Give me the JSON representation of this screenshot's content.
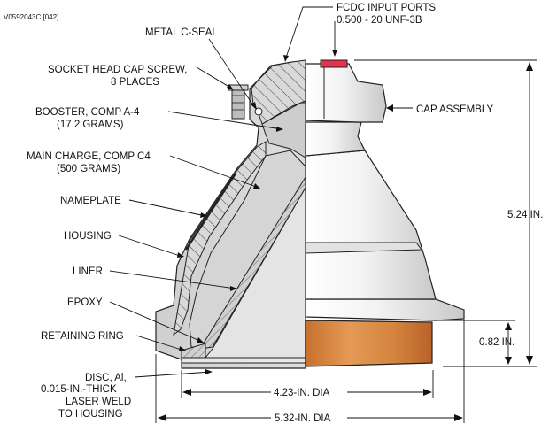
{
  "doc_id": "V0592043C [042]",
  "labels": {
    "fcdc_title": "FCDC INPUT PORTS",
    "fcdc_spec": "0.500 - 20 UNF-3B",
    "metal_seal": "METAL C-SEAL",
    "screw_1": "SOCKET HEAD CAP SCREW,",
    "screw_2": "8 PLACES",
    "booster_1": "BOOSTER, COMP A-4",
    "booster_2": "(17.2 GRAMS)",
    "main_1": "MAIN CHARGE, COMP C4",
    "main_2": "(500 GRAMS)",
    "nameplate": "NAMEPLATE",
    "housing": "HOUSING",
    "liner": "LINER",
    "epoxy": "EPOXY",
    "retaining_ring": "RETAINING RING",
    "disc_1": "DISC, Al,",
    "disc_2": "0.015-IN.-THICK",
    "disc_3": "LASER WELD",
    "disc_4": "TO HOUSING",
    "cap_assembly": "CAP ASSEMBLY"
  },
  "dimensions": {
    "height": "5.24 IN.",
    "base_height": "0.82 IN.",
    "inner_dia": "4.23-IN. DIA",
    "outer_dia": "5.32-IN. DIA"
  },
  "colors": {
    "body": "#d6d6d6",
    "outline": "#222222",
    "hatch": "#555555",
    "port": "#e8324a",
    "liner_band": "#d4843e"
  }
}
